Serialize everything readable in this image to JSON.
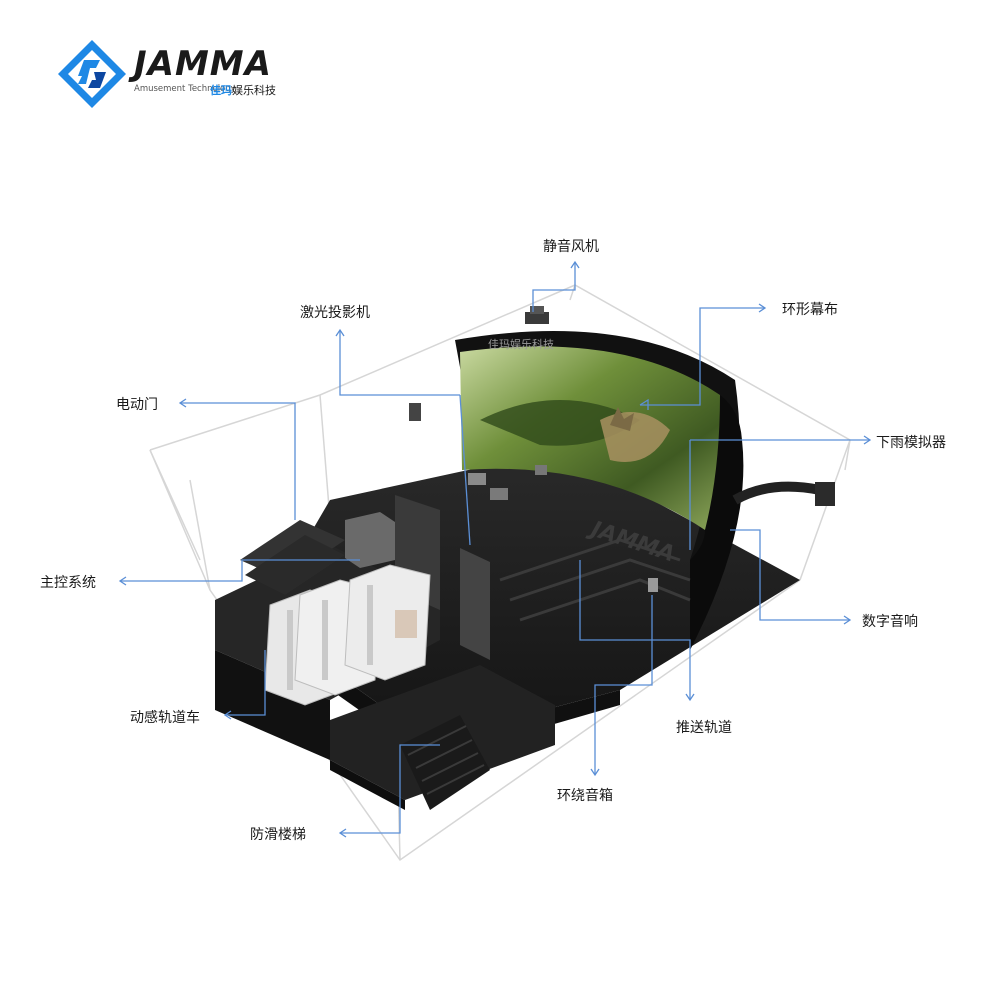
{
  "brand": {
    "name": "JAMMA",
    "tagline": "Amusement Technology -",
    "cn_highlight": "佳玛",
    "cn_rest": "娱乐科技",
    "accent": "#1e88e5"
  },
  "screen": {
    "watermark": "佳玛娱乐科技",
    "floor_logo": "JAMMA"
  },
  "labels": {
    "fan": "静音风机",
    "projector": "激光投影机",
    "curved_screen": "环形幕布",
    "electric_door": "电动门",
    "rain_simulator": "下雨模拟器",
    "main_control": "主控系统",
    "digital_audio": "数字音响",
    "motion_cart": "动感轨道车",
    "push_track": "推送轨道",
    "surround_speaker": "环绕音箱",
    "antislip_stairs": "防滑楼梯"
  },
  "colors": {
    "leader": "#5b8fd6",
    "floor": "#1c1c1c",
    "wall": "#2a2a2a",
    "wireframe": "#d7d7d7",
    "screen_jungle": "#5a7a2e"
  }
}
